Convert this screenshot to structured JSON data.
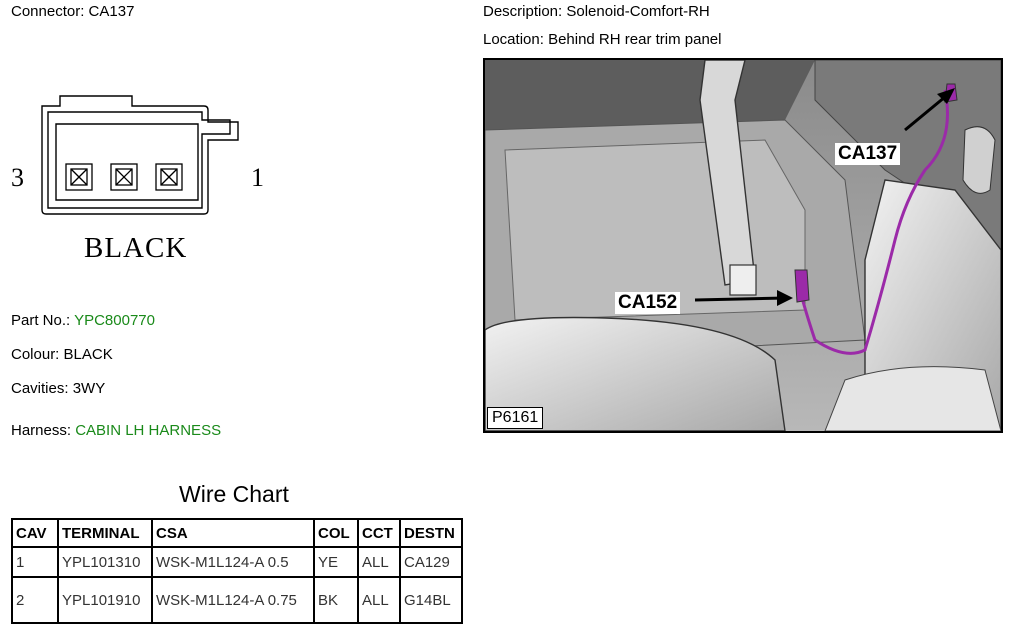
{
  "connector": {
    "label": "Connector:",
    "value": "CA137"
  },
  "description": {
    "label": "Description:",
    "value": "Solenoid-Comfort-RH"
  },
  "location": {
    "label": "Location:",
    "value": "Behind RH rear trim panel"
  },
  "diagram": {
    "pin_left": "3",
    "pin_right": "1",
    "color_text": "BLACK"
  },
  "part_no": {
    "label": "Part No.:",
    "value": "YPC800770"
  },
  "colour": {
    "label": "Colour:",
    "value": "BLACK"
  },
  "cavities": {
    "label": "Cavities:",
    "value": "3WY"
  },
  "harness": {
    "label": "Harness:",
    "value": "CABIN LH HARNESS"
  },
  "photo": {
    "callout_1": "CA137",
    "callout_2": "CA152",
    "figure_no": "P6161"
  },
  "wire_chart": {
    "title": "Wire Chart",
    "headers": [
      "CAV",
      "TERMINAL",
      "CSA",
      "COL",
      "CCT",
      "DESTN"
    ],
    "rows": [
      [
        "1",
        "YPL101310",
        "WSK-M1L124-A 0.5",
        "YE",
        "ALL",
        "CA129"
      ],
      [
        "2",
        "YPL101910",
        "WSK-M1L124-A 0.75",
        "BK",
        "ALL",
        "G14BL"
      ]
    ]
  },
  "colors": {
    "link_green": "#1a8a1a",
    "harness_purple": "#9b2aa8"
  }
}
